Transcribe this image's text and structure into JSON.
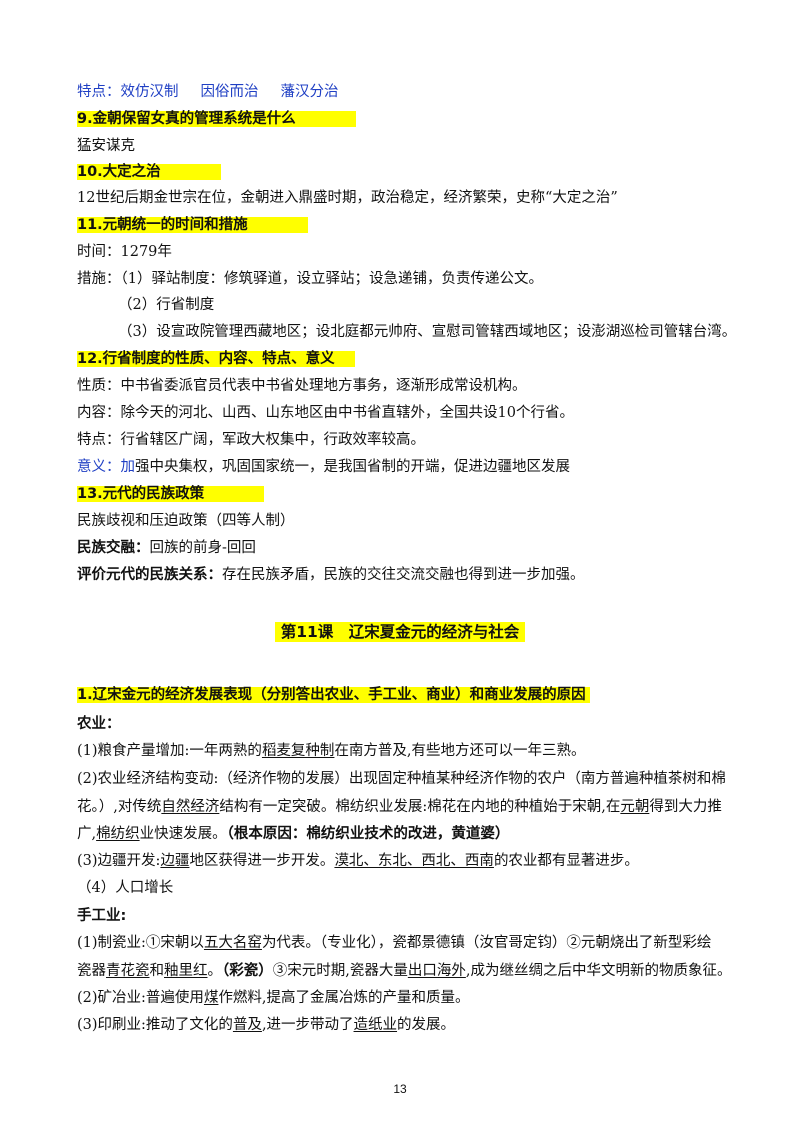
{
  "top": {
    "features_label": "特点：",
    "features": [
      "效仿汉制",
      "因俗而治",
      "藩汉分治"
    ]
  },
  "q9": {
    "title": "9.金朝保留女真的管理系统是什么",
    "answer": "猛安谋克"
  },
  "q10": {
    "title": "10.大定之治",
    "answer": "12世纪后期金世宗在位，金朝进入鼎盛时期，政治稳定，经济繁荣，史称“大定之治”"
  },
  "q11": {
    "title": "11.元朝统一的时间和措施",
    "time": "时间：1279年",
    "measures_label": "措施：",
    "m1": "（1）驿站制度：修筑驿道，设立驿站；设急递铺，负责传递公文。",
    "m2": "（2）行省制度",
    "m3": "（3）设宣政院管理西藏地区；设北庭都元帅府、宣慰司管辖西域地区；设澎湖巡检司管辖台湾。"
  },
  "q12": {
    "title": "12.行省制度的性质、内容、特点、意义",
    "nature": "性质：中书省委派官员代表中书省处理地方事务，逐渐形成常设机构。",
    "content": "内容：除今天的河北、山西、山东地区由中书省直辖外，全国共设10个行省。",
    "feature": "特点：行省辖区广阔，军政大权集中，行政效率较高。",
    "meaning_label": "意义：",
    "meaning_first": "加",
    "meaning_rest": "强中央集权，巩固国家统一，是我国省制的开端，促进边疆地区发展"
  },
  "q13": {
    "title": "13.元代的民族政策",
    "policy": "民族歧视和压迫政策（四等人制）",
    "fusion_label": "民族交融：",
    "fusion": "回族的前身-回回",
    "eval_label": "评价元代的民族关系：",
    "eval": "存在民族矛盾，民族的交往交流交融也得到进一步加强。"
  },
  "lesson": {
    "num": "第11课",
    "title": "辽宋夏金元的经济与社会"
  },
  "s1": {
    "title": "1.辽宋金元的经济发展表现（分别答出农业、手工业、商业）和商业发展的原因",
    "agri_label": "农业：",
    "a1_pre": "(1)粮食产量增加:一年两熟的",
    "a1_u": "稻麦复种制",
    "a1_post": "在南方普及,有些地方还可以一年三熟。",
    "a2_line1": "(2)农业经济结构变动:（经济作物的发展）出现固定种植某种经济作物的农户（南方普遍种植茶树和棉",
    "a2_l2_pre": "花。）,对传统",
    "a2_l2_u1": "自然经济",
    "a2_l2_mid": "结构有一定突破。棉纺织业发展:棉花在内地的种植始于宋朝,在",
    "a2_l2_u2": "元朝",
    "a2_l2_post": "得到大力推",
    "a2_l3_pre": "广,",
    "a2_l3_u": "棉纺织",
    "a2_l3_mid": "业快速发展。",
    "a2_l3_bold": "（根本原因：棉纺织业技术的改进，黄道婆）",
    "a3_pre": "(3)边疆开发:",
    "a3_u1": "边疆",
    "a3_mid": "地区获得进一步开发。",
    "a3_u2": "漠北、东北、西北、西南",
    "a3_post": "的农业都有显著进步。",
    "a4": "（4）人口增长",
    "craft_label": "手工业:",
    "c1_pre": "(1)制瓷业:①宋朝以",
    "c1_u1": "五大名窑",
    "c1_mid": "为代表。（专业化），瓷都景德镇（汝官哥定钧）②元朝烧出了新型彩绘",
    "c1_l2_pre": "瓷器",
    "c1_l2_u1": "青花瓷",
    "c1_l2_and": "和",
    "c1_l2_u2": "釉里红",
    "c1_l2_dot": "。",
    "c1_l2_bold": "（彩瓷）",
    "c1_l2_mid": "③宋元时期,瓷器大量",
    "c1_l2_u3": "出口海外",
    "c1_l2_post": ",成为继丝绸之后中华文明新的物质象征。",
    "c2_pre": "(2)矿冶业:普遍使用",
    "c2_u": "煤",
    "c2_post": "作燃料,提高了金属冶炼的产量和质量。",
    "c3_pre": "(3)印刷业:推动了文化的",
    "c3_u1": "普及",
    "c3_mid": ",进一步带动了",
    "c3_u2": "造纸业",
    "c3_post": "的发展。"
  },
  "page_number": "13"
}
